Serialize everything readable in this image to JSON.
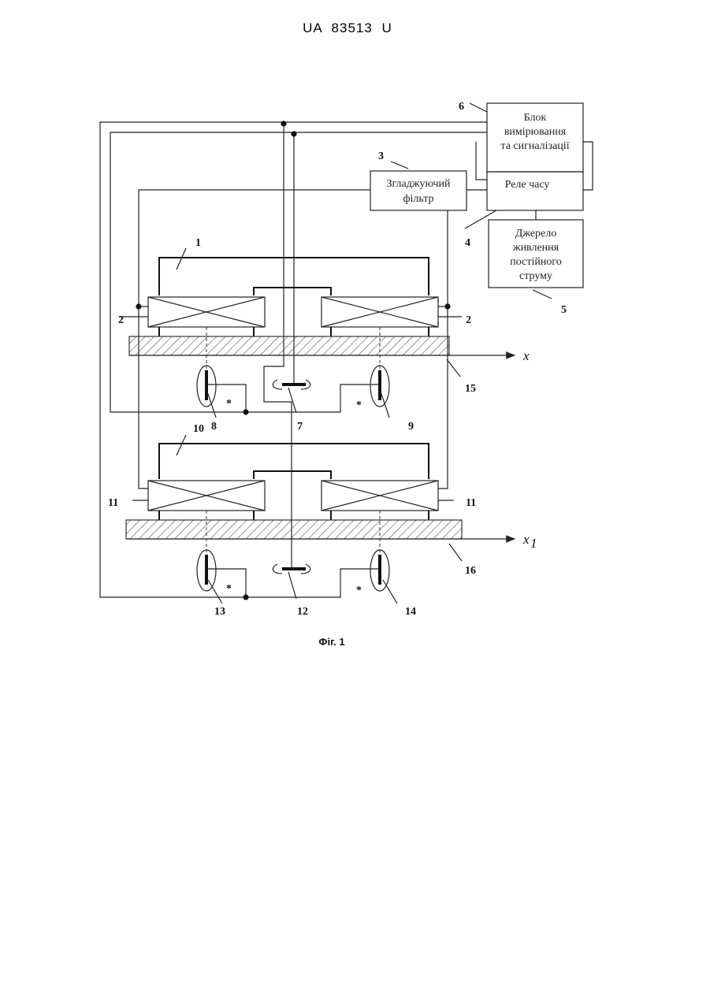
{
  "header": {
    "doc_id": "UA   83513   U"
  },
  "blocks": {
    "measurement": [
      "Блок",
      "вимірювання",
      "та сигналізації"
    ],
    "filter": [
      "Згладжуючий",
      "фільтр"
    ],
    "relay": [
      "Реле часу"
    ],
    "source": [
      "Джерело",
      "живлення",
      "постійного",
      "струму"
    ]
  },
  "labels": {
    "n1": "1",
    "n2": "2",
    "n3": "3",
    "n4": "4",
    "n5": "5",
    "n6": "6",
    "n7": "7",
    "n8": "8",
    "n9": "9",
    "n10": "10",
    "n11": "11",
    "n12": "12",
    "n13": "13",
    "n14": "14",
    "n15": "15",
    "n16": "16",
    "star": "*",
    "axis_x": "x",
    "axis_x1": "x",
    "axis_x1_sub": "1"
  },
  "caption": "Фіг. 1"
}
